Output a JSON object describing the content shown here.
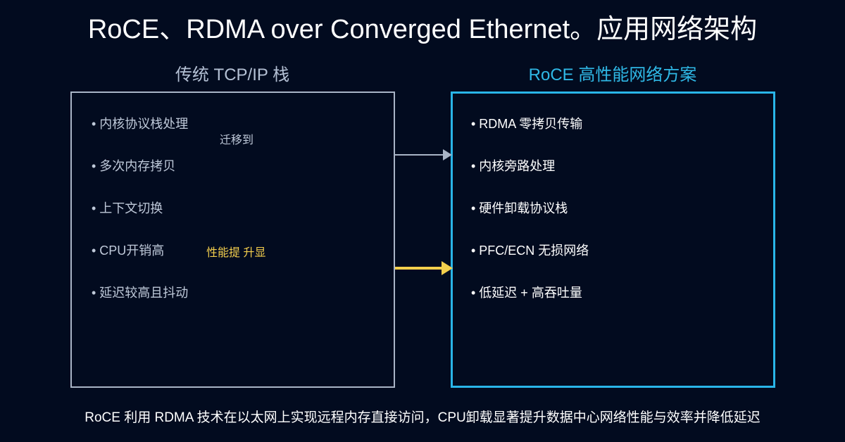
{
  "title": "RoCE、RDMA over Converged Ethernet。应用网络架构",
  "left": {
    "heading": "传统 TCP/IP 栈",
    "items": [
      "• 内核协议栈处理",
      "• 多次内存拷贝",
      "• 上下文切换",
      "• CPU开销高",
      "• 延迟较高且抖动"
    ]
  },
  "right": {
    "heading": "RoCE 高性能网络方案",
    "items": [
      "• RDMA 零拷贝传输",
      "• 内核旁路处理",
      "• 硬件卸载协议栈",
      "• PFC/ECN 无损网络",
      "• 低延迟 + 高吞吐量"
    ]
  },
  "arrows": {
    "label_1": "迁移到",
    "label_2": "性能提 升显"
  },
  "footer": "RoCE 利用 RDMA 技术在以太网上实现远程内存直接访问，CPU卸载显著提升数据中心网络性能与效率并降低延迟",
  "colors": {
    "background": "#020b1f",
    "accent_blue": "#29b5e8",
    "accent_yellow": "#f4cf4d",
    "muted": "#a9b4c6"
  }
}
